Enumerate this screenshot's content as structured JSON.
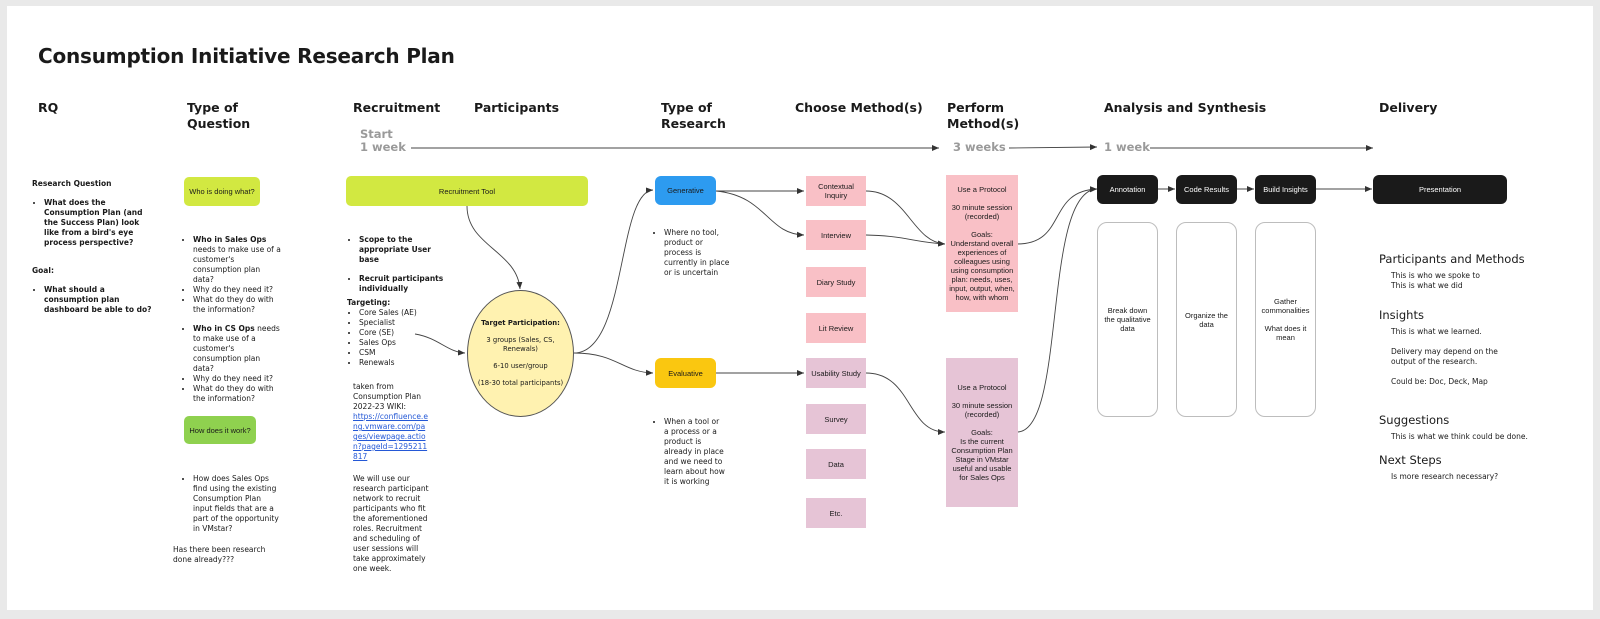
{
  "title": "Consumption Initiative Research Plan",
  "columns": {
    "rq": "RQ",
    "type_of_question": "Type of\nQuestion",
    "recruitment": "Recruitment",
    "participants": "Participants",
    "type_of_research": "Type of\nResearch",
    "choose_methods": "Choose Method(s)",
    "perform_methods": "Perform\nMethod(s)",
    "analysis": "Analysis and Synthesis",
    "delivery": "Delivery"
  },
  "timeline": {
    "start": "Start\n1 week",
    "mid": "3 weeks",
    "end": "1 week"
  },
  "rq": {
    "heading": "Research Question",
    "question": "What does the Consumption Plan (and the Success Plan) look like from a bird's eye process perspective?",
    "goal_heading": "Goal:",
    "goal": "What should a consumption plan dashboard be able to do?"
  },
  "type_of_question": {
    "sticky1": "Who is doing what?",
    "sticky2": "How does it work?",
    "b1_bold": "Who in Sales Ops",
    "b1_rest": " needs to make use of a customer's consumption plan data?",
    "b2": "Why do they need it?",
    "b3": "What do they do with the information?",
    "b4_bold": "Who in CS Ops",
    "b4_rest": " needs to make use of a customer's consumption plan data?",
    "b5": "Why do they need it?",
    "b6": "What do they do with the information?",
    "q_how": "How does Sales Ops find using the existing Consumption Plan input fields that are a part of the opportunity in VMstar?",
    "q_prior": "Has there been research done already???"
  },
  "recruitment": {
    "tool": "Recruitment Tool",
    "scope": "Scope to the appropriate User base",
    "recruit": "Recruit participants individually",
    "targeting_heading": "Targeting:",
    "targeting": [
      "Core Sales (AE)",
      "Specialist",
      "Core (SE)",
      "Sales Ops",
      "CSM",
      "Renewals"
    ],
    "source": "taken from Consumption Plan 2022-23 WIKI:",
    "link": "https://confluence.eng.vmware.com/pages/viewpage.action?pageId=1295211817",
    "plan": "We will use our research participant network to recruit participants who fit the aforementioned roles. Recruitment and scheduling of user sessions will take approximately one week."
  },
  "participants": {
    "heading": "Target Participation:",
    "groups": "3 groups (Sales, CS, Renewals)",
    "per_group": "6-10 user/group",
    "total": "(18-30 total participants)"
  },
  "type_of_research": {
    "generative": "Generative",
    "generative_desc": "Where no tool, product or process is currently in place or is uncertain",
    "evaluative": "Evaluative",
    "evaluative_desc": "When a tool or a process or a product is already in place  and we need to learn about how it is working"
  },
  "methods": [
    "Contextual Inquiry",
    "Interview",
    "Diary Study",
    "Lit Review",
    "Usability Study",
    "Survey",
    "Data",
    "Etc."
  ],
  "perform": {
    "generative": "Use a Protocol\n\n30 minute session (recorded)\n\nGoals:\nUnderstand overall experiences of colleagues using using consumption plan: needs, uses, input, output, when, how, with whom",
    "evaluative": "Use a Protocol\n\n30 minute session (recorded)\n\nGoals:\nIs the current Consumption Plan Stage in VMstar useful and usable for Sales Ops"
  },
  "analysis": {
    "annotation": "Annotation",
    "code_results": "Code Results",
    "build_insights": "Build Insights",
    "annotation_desc": "Break down the qualitative data",
    "code_desc": "Organize the data",
    "insights_desc": "Gather commonalities\n\nWhat does it mean"
  },
  "delivery": {
    "presentation": "Presentation",
    "participants_heading": "Participants and Methods",
    "participants_lines": [
      "This is who we spoke to",
      "This is what we did"
    ],
    "insights_heading": "Insights",
    "insights_lines": [
      "This is what we learned.",
      "Delivery may depend on the output of the research.",
      "Could be: Doc, Deck, Map"
    ],
    "suggestions_heading": "Suggestions",
    "suggestions_line": "This is what we think could be done.",
    "next_heading": "Next Steps",
    "next_line": "Is more research necessary?"
  },
  "colors": {
    "green": "#d2e841",
    "green2": "#8fd14f",
    "blue": "#2d9bf0",
    "yellow": "#fac710",
    "pink": "#f9c0c6",
    "mauve": "#e6c4d6",
    "dark": "#1a1a1a",
    "oval": "#fff2b0",
    "link": "#2458d6"
  }
}
